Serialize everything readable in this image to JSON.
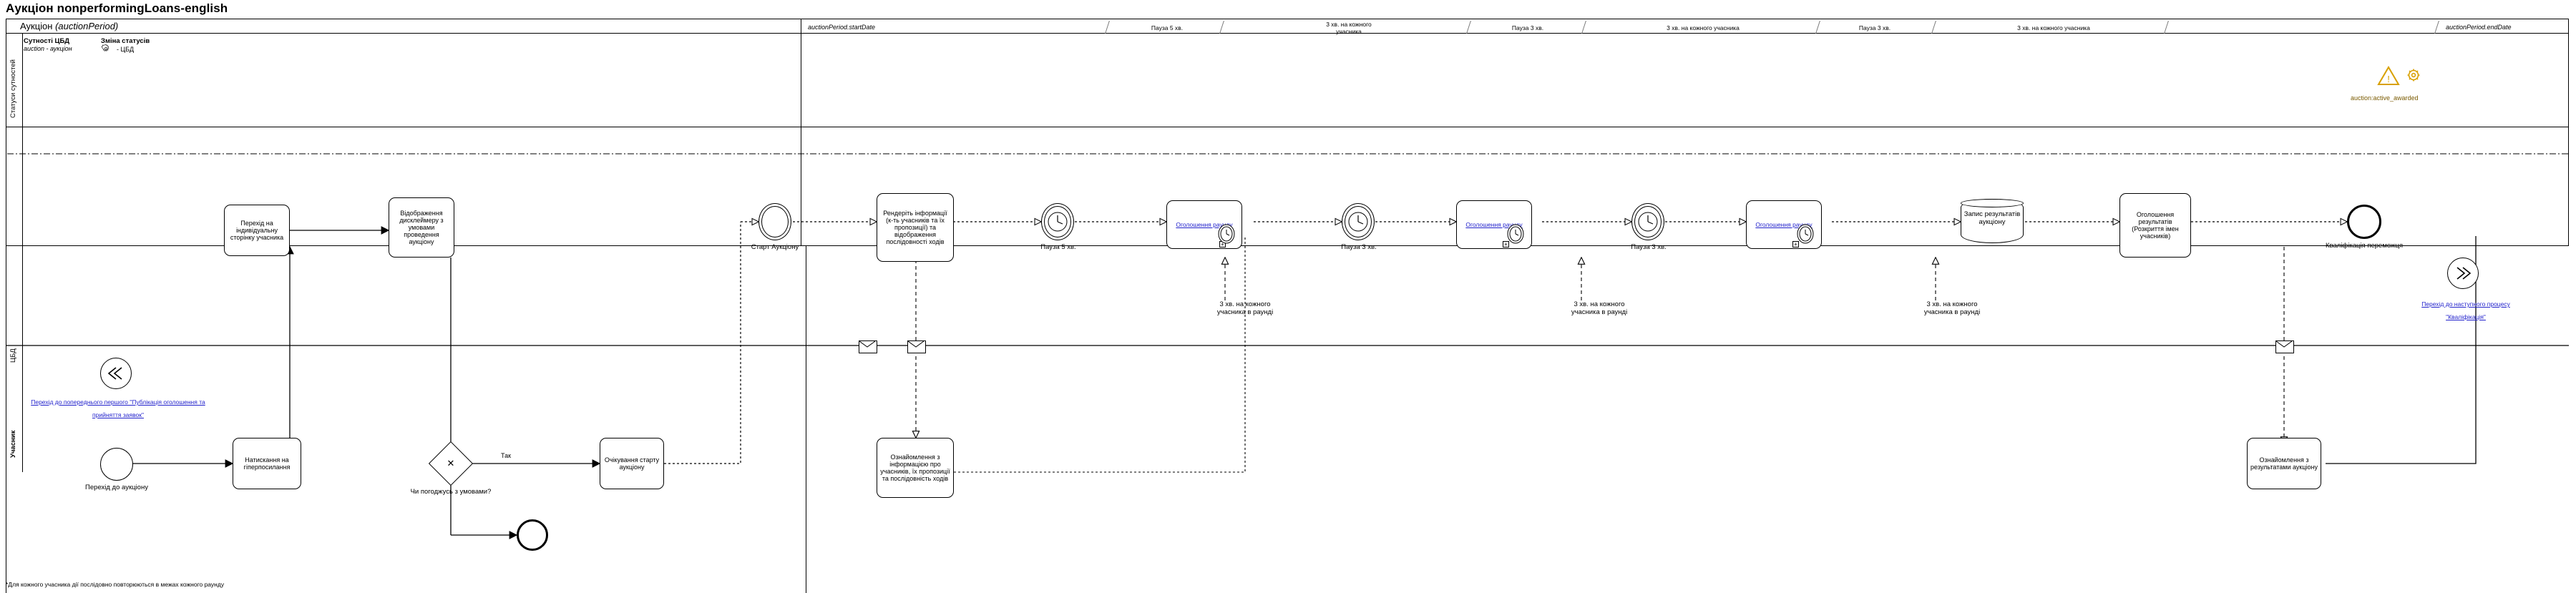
{
  "title": "Аукціон nonperformingLoans-english",
  "pool": {
    "title_main": "Аукціон",
    "title_param": "(auctionPeriod)"
  },
  "lanes": [
    {
      "id": "statuses",
      "label": "Статуси сутностей"
    },
    {
      "id": "cbd",
      "label": "ЦБД"
    },
    {
      "id": "participant",
      "label": "Учасник"
    }
  ],
  "legend": {
    "entities_title": "Сутності ЦБД",
    "entities_value": "auction - аукціон",
    "status_title": "Зміна статусів",
    "status_value": "- ЦБД",
    "gear_icon": "gear-icon"
  },
  "timeline": {
    "start_label": "auctionPeriod.startDate",
    "end_label": "auctionPeriod.endDate",
    "segments": [
      {
        "label": "Пауза 5 хв."
      },
      {
        "label": "3 хв.  на кожного\nучасника"
      },
      {
        "label": "Пауза 3 хв."
      },
      {
        "label": "3 хв. на кожного учасника"
      },
      {
        "label": "Пауза 3 хв."
      },
      {
        "label": "3 хв. на кожного учасника"
      }
    ]
  },
  "status_badge": {
    "label": "auction:active_awarded",
    "icons": [
      "warning-triangle-icon",
      "gear-icon"
    ]
  },
  "tasks": {
    "t_individual": "Перехід на індивідуальну сторінку учасника",
    "t_disclaimer": "Відображення дисклеймеру з умовами проведення аукціону",
    "t_write_link": "Натискання на гіперпосилання",
    "t_wait_start": "Очікування старту аукціону",
    "t_render_info": "Рендеріть інформації (к-ть учасників та їх пропозиції) та відображення послідовності ходів",
    "t_familiarize": "Ознайомлення з інформацією про учасників, їх пропозиції та послідовність ходів",
    "t_round1": "Оголошення раунду",
    "t_round2": "Оголошення раунду",
    "t_round3": "Оголошення раунду",
    "t_store_result": "Запис результатів аукціону",
    "t_announce_result": "Оголошення результатів (Розкриття імен учасників)",
    "t_familiarize_result": "Ознайомлення з результатами аукціону"
  },
  "events": {
    "e_go_auction": "Перехід до аукціону",
    "e_start_auction": "Старт Аукціону",
    "e_pause5": "Пауза 5 хв.",
    "e_pause3_a": "Пауза 3 хв.",
    "e_pause3_b": "Пауза 3 хв.",
    "e_winner": "Кваліфікація переможця"
  },
  "gateway": {
    "question": "Чи погоджусь з умовами?",
    "yes": "Так",
    "symbol": "✕"
  },
  "round_captions": {
    "r1": "3 хв. на кожного\nучасника в раунді",
    "r2": "3 хв. на кожного\nучасника в раунді",
    "r3": "3 хв. на кожного\nучасника в раунді"
  },
  "links": {
    "back_link": "Перехід до попереднього першого \"Публікація оголошення та прийняття заявок\"",
    "next_link": "Перехід до наступного процесу \"Кваліфікація\""
  },
  "footnote": "*Для кожного учасника дії послідовно повторюються в межах кожного раунду"
}
